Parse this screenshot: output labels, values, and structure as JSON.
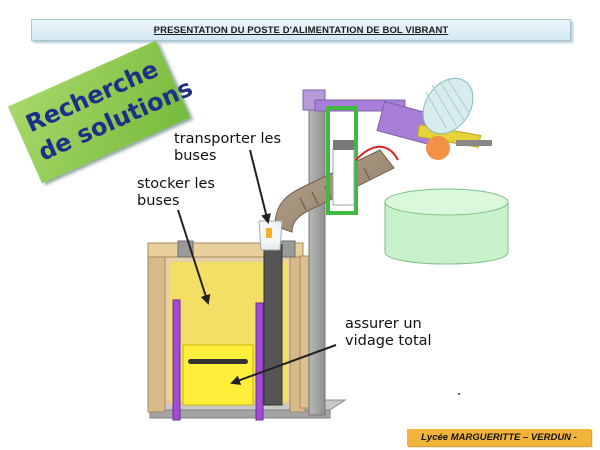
{
  "header": {
    "title": "PRESENTATION DU POSTE D'ALIMENTATION DE BOL VIBRANT"
  },
  "badge": {
    "line1": "Recherche",
    "line2": "de solutions"
  },
  "annotations": {
    "transport": {
      "line1": "transporter les",
      "line2": "buses"
    },
    "stock": {
      "line1": "stocker les",
      "line2": "buses"
    },
    "empty": {
      "line1": "assurer un",
      "line2": "vidage total"
    }
  },
  "footer": {
    "text": "Lycée MARGUERITTE – VERDUN -"
  },
  "colors": {
    "header_bg": "#d3e8f3",
    "badge_bg": "#8cc751",
    "badge_text": "#1d2f86",
    "hopper_wood": "#dcc193",
    "hopper_yellow": "#f6e34c",
    "purple": "#a24bd6",
    "bowl_green": "#c8f2cb",
    "footer_bg": "#f0b43a"
  },
  "icons": [
    "right-arrow-icon"
  ]
}
